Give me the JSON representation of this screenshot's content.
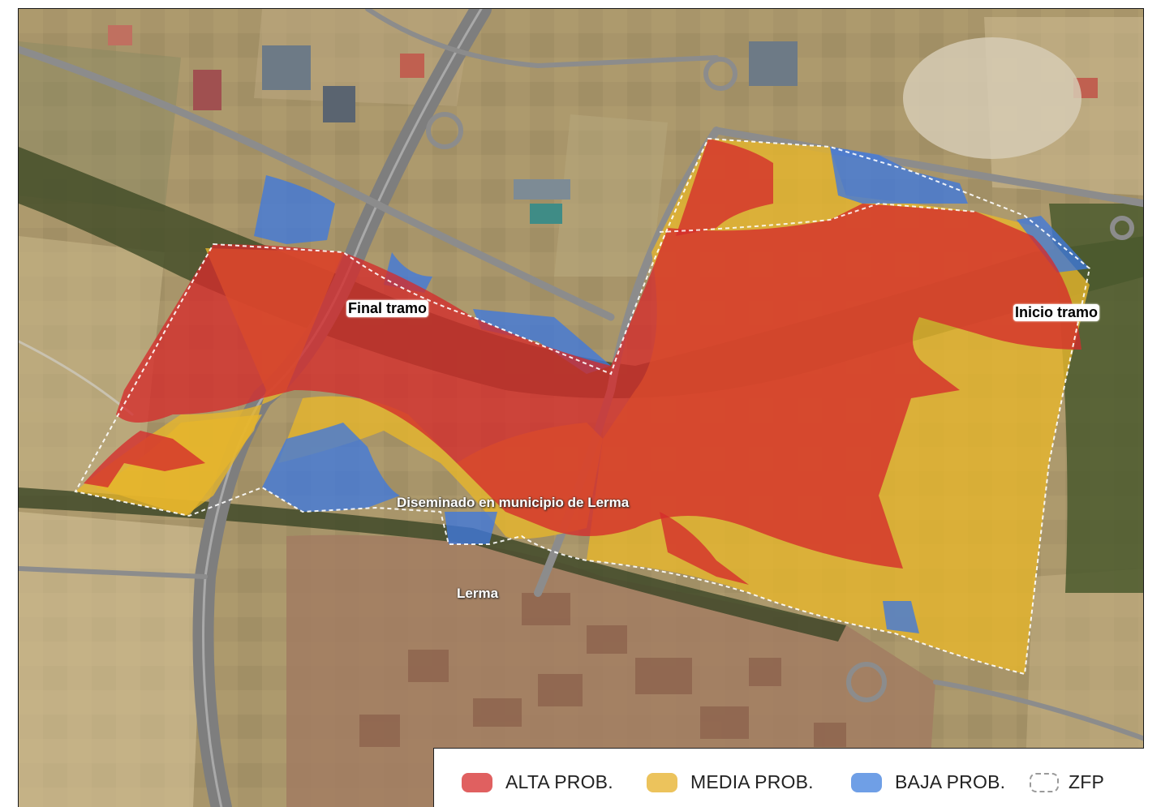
{
  "map": {
    "labels": {
      "final_tramo": "Final tramo",
      "inicio_tramo": "Inicio tramo",
      "diseminado": "Diseminado en municipio de Lerma",
      "lerma": "Lerma"
    }
  },
  "legend": {
    "items": [
      {
        "label": "ALTA PROB.",
        "color": "#e06060"
      },
      {
        "label": "MEDIA PROB.",
        "color": "#ecc35c"
      },
      {
        "label": "BAJA PROB.",
        "color": "#6f9fe6"
      },
      {
        "label": "ZFP",
        "color": "#ffffff"
      }
    ]
  },
  "colors": {
    "alta": "#d52b2b",
    "media": "#e6b52c",
    "baja": "#3f79de",
    "zfp_line": "#ffffff"
  }
}
